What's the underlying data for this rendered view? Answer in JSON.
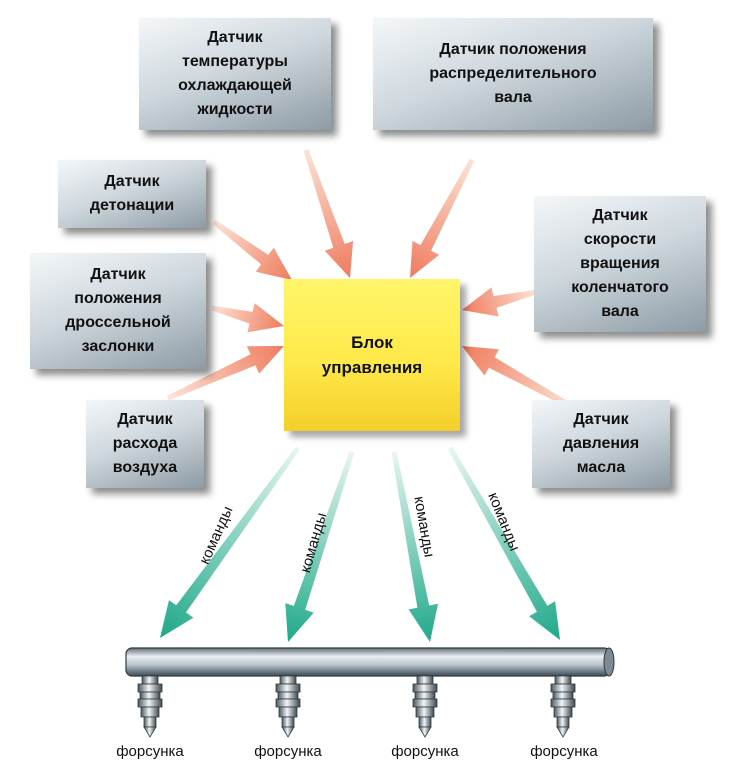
{
  "sensors": {
    "coolant_temp": "Датчик\nтемпературы\nохлаждающей\nжидкости",
    "camshaft": "Датчик положения\nраспределительного\nвала",
    "knock": "Датчик\nдетонации",
    "throttle": "Датчик\nположения\nдроссельной\nзаслонки",
    "crankshaft": "Датчик\nскорости\nвращения\nколенчатого\nвала",
    "air_flow": "Датчик\nрасхода\nвоздуха",
    "oil_pressure": "Датчик\nдавления\nмасла"
  },
  "control_unit": "Блок\nуправления",
  "command_label": "команды",
  "injector_label": "форсунка",
  "colors": {
    "input_arrow": "#ef7b5e",
    "command_arrow": "#1fa98a",
    "control_unit": "#ffe94a"
  }
}
